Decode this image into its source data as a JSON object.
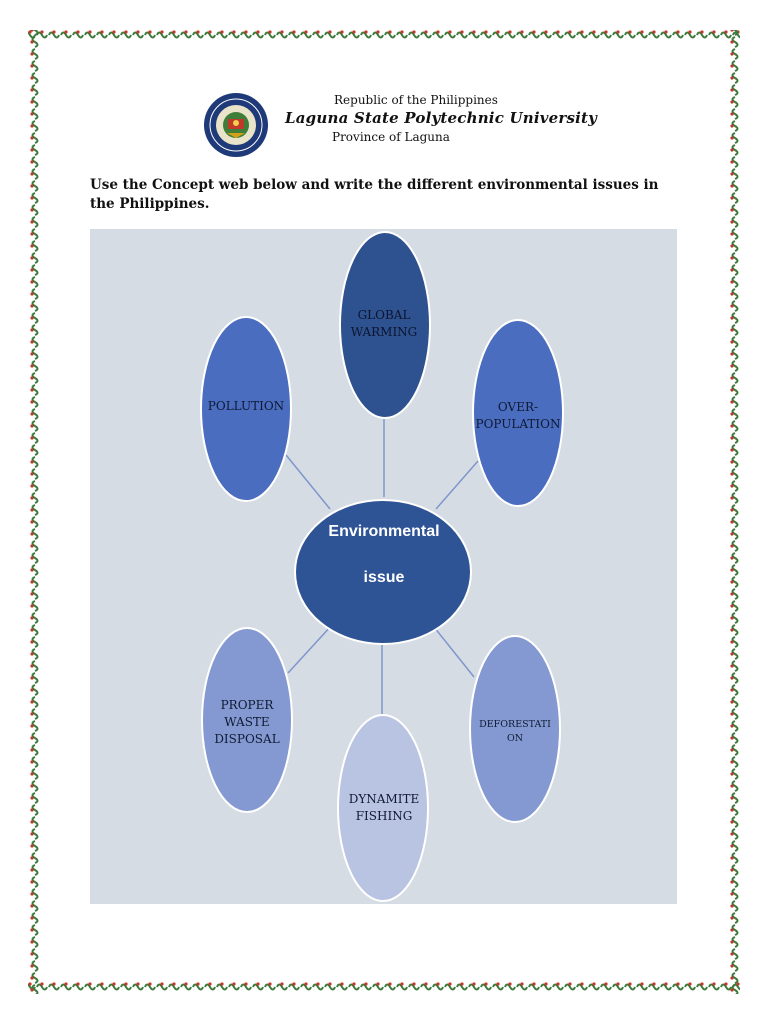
{
  "header": {
    "republic": "Republic of the Philippines",
    "university": "Laguna State Polytechnic University",
    "province": "Province of Laguna"
  },
  "instructions": "Use the Concept web below and write the different environmental issues in the Philippines.",
  "concept_web": {
    "center": {
      "line1": "Environmental",
      "line2": "issue"
    },
    "nodes": [
      {
        "id": "global-warming",
        "label": "GLOBAL WARMING",
        "fill": "#2E518F"
      },
      {
        "id": "pollution",
        "label": "POLLUTION",
        "fill": "#4A6DC0"
      },
      {
        "id": "over-population",
        "label": "OVER-POPULATION",
        "fill": "#4A6DC0"
      },
      {
        "id": "proper-waste-disposal",
        "label": "PROPER WASTE DISPOSAL",
        "fill": "#8499D1"
      },
      {
        "id": "dynamite-fishing",
        "label": "DYNAMITE FISHING",
        "fill": "#B9C3E2"
      },
      {
        "id": "deforestation",
        "label": "DEFORESTATION",
        "fill": "#8499D1"
      }
    ],
    "colors": {
      "background": "#D6DCE4",
      "center_fill": "#2F5496",
      "connector": "#7F96CC"
    }
  }
}
